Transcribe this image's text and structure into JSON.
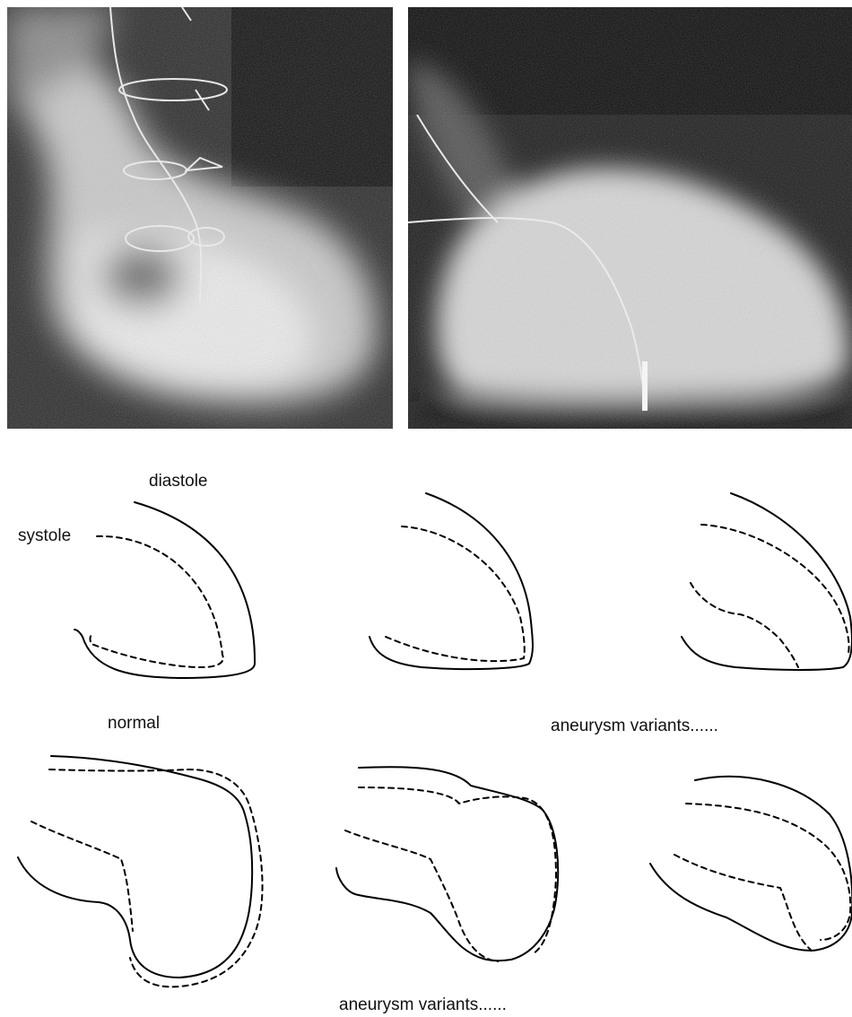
{
  "labels": {
    "diastole": "diastole",
    "systole": "systole",
    "normal": "normal",
    "aneurysm_variants_top": "aneurysm variants......",
    "aneurysm_variants_bottom": "aneurysm variants......"
  }
}
